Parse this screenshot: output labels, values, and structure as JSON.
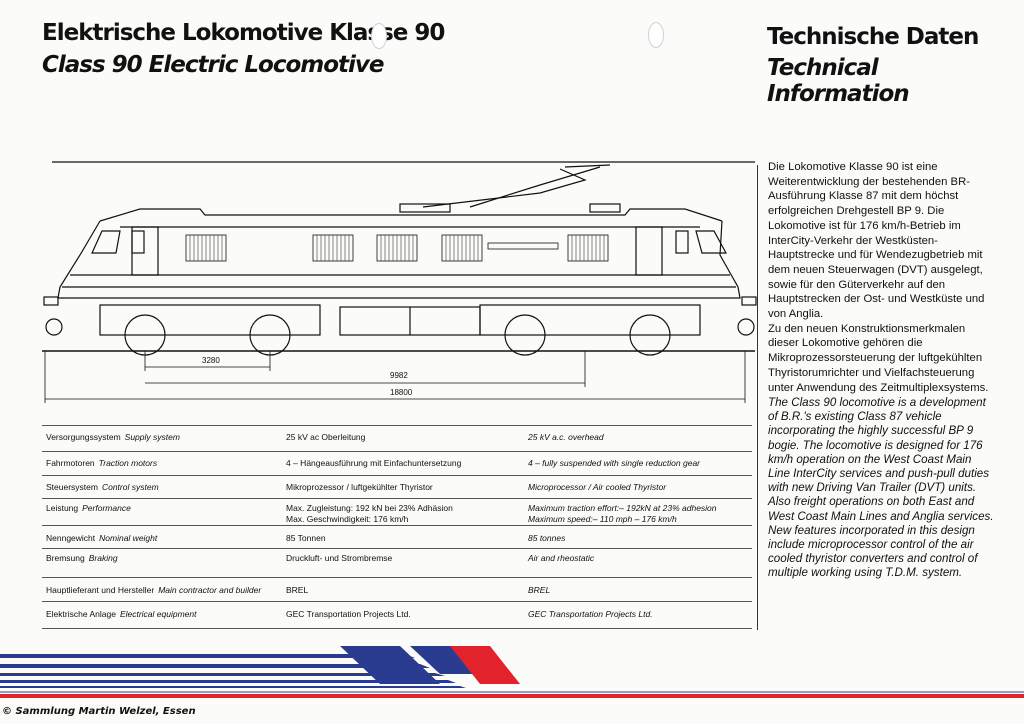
{
  "header": {
    "title_de": "Elektrische Lokomotive Klasse 90",
    "title_en": "Class 90 Electric Locomotive",
    "section_de": "Technische Daten",
    "section_en": "Technical Information"
  },
  "dimensions": {
    "d1": "3280",
    "d2": "9982",
    "d3": "18800"
  },
  "description": {
    "de": "Die Lokomotive Klasse 90 ist eine Weiterentwicklung der bestehenden BR-Ausführung Klasse 87 mit dem höchst erfolgreichen Drehgestell BP 9. Die Lokomotive ist für 176 km/h-Betrieb im InterCity-Verkehr der Westküsten-Hauptstrecke und für Wendezugbetrieb mit dem neuen Steuerwagen (DVT) ausgelegt, sowie für den Güterverkehr auf den Hauptstrecken der Ost- und Westküste und von Anglia.",
    "de2": "Zu den neuen Konstruktionsmerkmalen dieser Lokomotive gehören die Mikroprozessorsteuerung der luftgekühlten Thyristorumrichter und Vielfachsteuerung unter Anwendung des Zeitmultiplexsystems.",
    "en": "The Class 90 locomotive is a development of B.R.'s existing Class 87 vehicle incorporating the highly successful BP 9 bogie. The locomotive is designed for 176 km/h operation on the West Coast Main Line InterCity services and push-pull duties with new Driving Van Trailer (DVT) units. Also freight operations on both East and West Coast Main Lines and Anglia services. New features incorporated in this design include microprocessor control of the air cooled thyristor converters and control of multiple working using T.D.M. system."
  },
  "specs": [
    {
      "label_de": "Versorgungssystem",
      "label_en": "Supply system",
      "value_de": "25 kV ac Oberleitung",
      "value_en": "25 kV a.c. overhead"
    },
    {
      "label_de": "Fahrmotoren",
      "label_en": "Traction motors",
      "value_de": "4 – Hängeausführung mit Einfachuntersetzung",
      "value_en": "4 – fully suspended with single reduction gear"
    },
    {
      "label_de": "Steuersystem",
      "label_en": "Control system",
      "value_de": "Mikroprozessor / luftgekühlter Thyristor",
      "value_en": "Microprocessor / Air cooled Thyristor"
    },
    {
      "label_de": "Leistung",
      "label_en": "Performance",
      "value_de": "Max. Zugleistung: 192 kN bei 23% Adhäsion",
      "value_de2": "Max. Geschwindigkeit: 176 km/h",
      "value_en": "Maximum traction effort:– 192kN at 23% adhesion",
      "value_en2": "Maximum speed:– 110 mph – 176 km/h"
    },
    {
      "label_de": "Nenngewicht",
      "label_en": "Nominal weight",
      "value_de": "85 Tonnen",
      "value_en": "85 tonnes"
    },
    {
      "label_de": "Bremsung",
      "label_en": "Braking",
      "value_de": "Druckluft- und Strombremse",
      "value_en": "Air and rheostatic"
    },
    {
      "label_de": "Hauptlieferant und Hersteller",
      "label_en": "Main contractor and builder",
      "value_de": "BREL",
      "value_en": "BREL"
    },
    {
      "label_de": "Elektrische Anlage",
      "label_en": "Electrical equipment",
      "value_de": "GEC Transportation Projects Ltd.",
      "value_en": "GEC Transportation Projects Ltd."
    }
  ],
  "credit": "© Sammlung Martin Welzel, Essen",
  "colors": {
    "blue": "#2a3c8f",
    "red": "#e2232b",
    "ink": "#111111"
  }
}
